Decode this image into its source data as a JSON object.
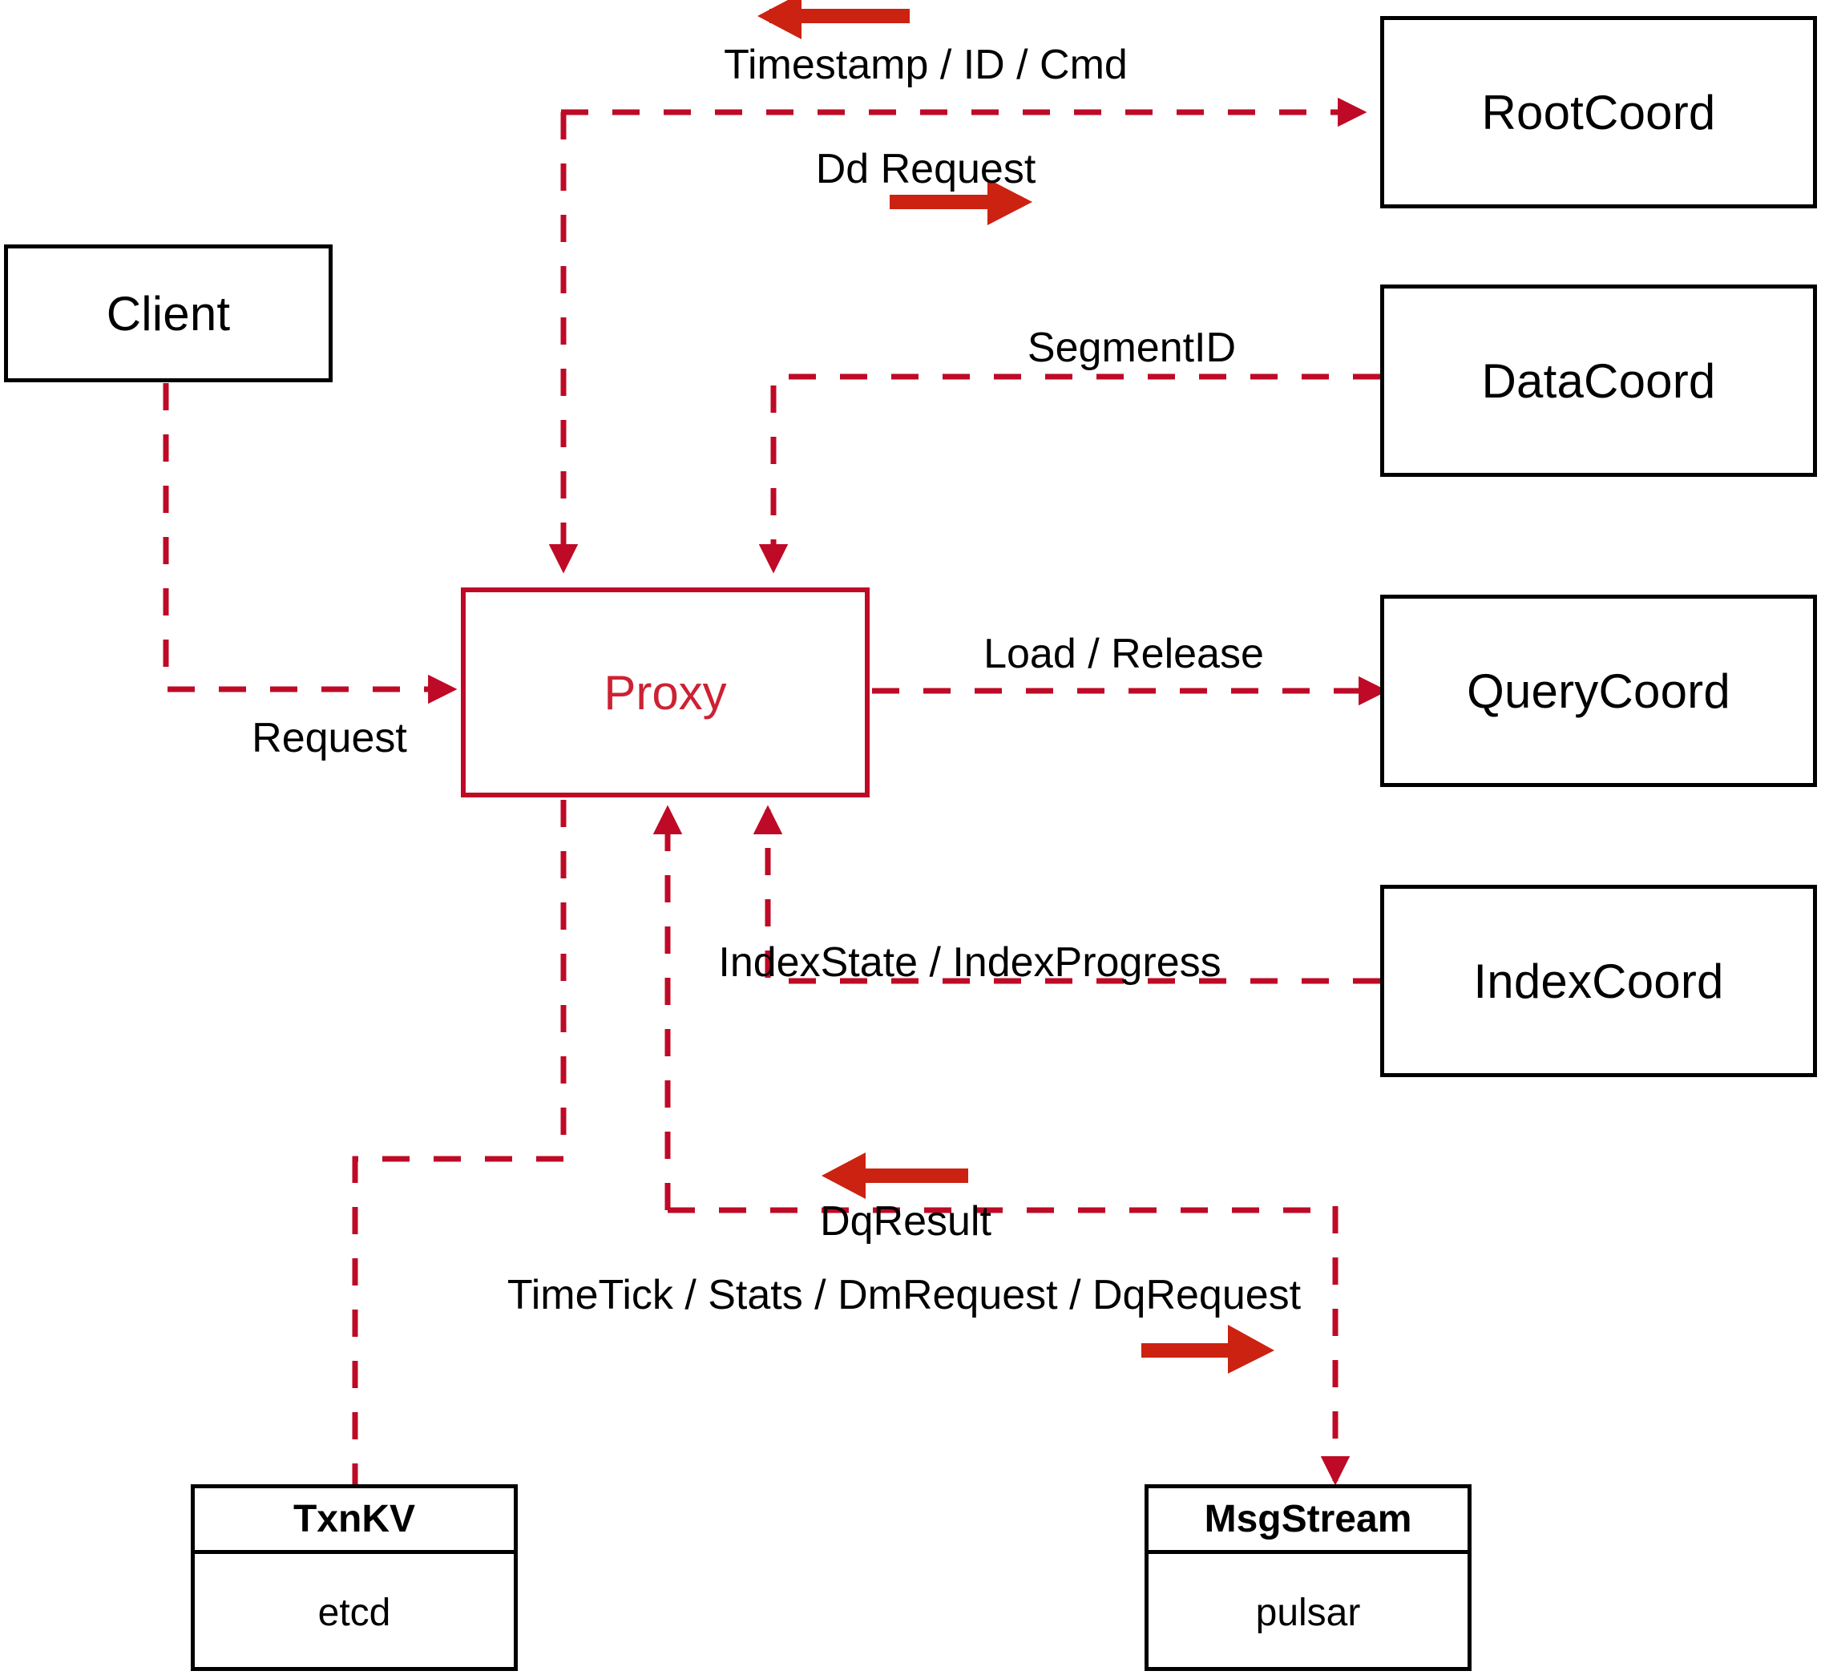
{
  "diagram": {
    "title": "Milvus Proxy component interaction diagram",
    "accent_red": "#BE0A26",
    "arrow_red": "#CC2211",
    "proxy_text_color": "#CC2233",
    "box_border_color": "#000000",
    "background": "#FFFFFF"
  },
  "nodes": {
    "client": {
      "label": "Client"
    },
    "proxy": {
      "label": "Proxy"
    },
    "root_coord": {
      "label": "RootCoord"
    },
    "data_coord": {
      "label": "DataCoord"
    },
    "query_coord": {
      "label": "QueryCoord"
    },
    "index_coord": {
      "label": "IndexCoord"
    },
    "txn_kv": {
      "title": "TxnKV",
      "impl": "etcd"
    },
    "msg_stream": {
      "title": "MsgStream",
      "impl": "pulsar"
    }
  },
  "edge_labels": {
    "timestamp_id_cmd": "Timestamp / ID / Cmd",
    "dd_request": "Dd Request",
    "segment_id": "SegmentID",
    "request": "Request",
    "load_release": "Load / Release",
    "index_state_progress": "IndexState / IndexProgress",
    "dq_result": "DqResult",
    "timetick_stats": "TimeTick / Stats / DmRequest / DqRequest"
  },
  "edges": [
    {
      "name": "proxy-to-rootcoord",
      "from": "proxy",
      "to": "root_coord",
      "labels": [
        "Timestamp / ID / Cmd",
        "Dd Request"
      ],
      "style": "dashed",
      "direction": "bidirectional"
    },
    {
      "name": "datacoord-to-proxy",
      "from": "data_coord",
      "to": "proxy",
      "labels": [
        "SegmentID"
      ],
      "style": "dashed",
      "direction": "to-proxy"
    },
    {
      "name": "client-to-proxy",
      "from": "client",
      "to": "proxy",
      "labels": [
        "Request"
      ],
      "style": "dashed",
      "direction": "to-proxy"
    },
    {
      "name": "proxy-to-querycoord",
      "from": "proxy",
      "to": "query_coord",
      "labels": [
        "Load / Release"
      ],
      "style": "dashed",
      "direction": "to-target"
    },
    {
      "name": "indexcoord-to-proxy",
      "from": "index_coord",
      "to": "proxy",
      "labels": [
        "IndexState / IndexProgress"
      ],
      "style": "dashed",
      "direction": "to-proxy"
    },
    {
      "name": "proxy-to-txnkv",
      "from": "proxy",
      "to": "txn_kv",
      "labels": [],
      "style": "dashed",
      "direction": "none"
    },
    {
      "name": "msgstream-to-proxy",
      "from": "msg_stream",
      "to": "proxy",
      "labels": [
        "DqResult",
        "TimeTick / Stats / DmRequest / DqRequest"
      ],
      "style": "dashed",
      "direction": "bidirectional"
    }
  ],
  "legend_arrows": [
    {
      "name": "timestamp-direction-arrow",
      "points": "left",
      "near_label": "Timestamp / ID / Cmd"
    },
    {
      "name": "dd-request-direction-arrow",
      "points": "right",
      "near_label": "Dd Request"
    },
    {
      "name": "dqresult-direction-arrow",
      "points": "left",
      "near_label": "DqResult"
    },
    {
      "name": "dqrequest-direction-arrow",
      "points": "right",
      "near_label": "TimeTick / Stats / DmRequest / DqRequest"
    }
  ]
}
